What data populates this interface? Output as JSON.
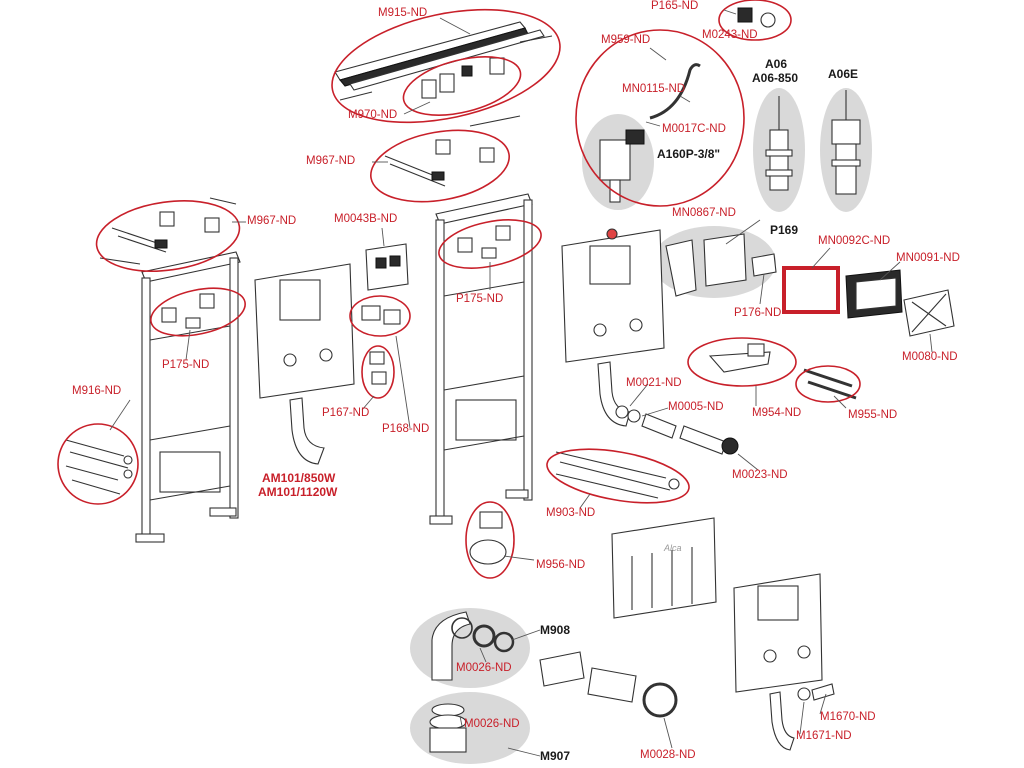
{
  "colors": {
    "label_red": "#c8202a",
    "ring_red": "#c8202a",
    "highlight_grey": "#d9d9d9",
    "line": "#333333"
  },
  "labels": {
    "m915": "M915-ND",
    "p165": "P165-ND",
    "m0243": "M0243-ND",
    "m959": "M959-ND",
    "a06": "A06",
    "a06_850": "A06-850",
    "a06e": "A06E",
    "mn0115": "MN0115-ND",
    "m970": "M970-ND",
    "m0017c": "M0017C-ND",
    "a160p": "A160P-3/8\"",
    "m967_top": "M967-ND",
    "m967_left": "M967-ND",
    "mn0867": "MN0867-ND",
    "p169": "P169",
    "mn0092c": "MN0092C-ND",
    "mn0091": "MN0091-ND",
    "m0043b": "M0043B-ND",
    "p175_mid": "P175-ND",
    "p176": "P176-ND",
    "p175_left": "P175-ND",
    "m0080": "M0080-ND",
    "m916": "M916-ND",
    "p167": "P167-ND",
    "p168": "P168-ND",
    "m0021": "M0021-ND",
    "m0005": "M0005-ND",
    "m954": "M954-ND",
    "m955": "M955-ND",
    "m0023": "M0023-ND",
    "am101_850": "AM101/850W",
    "am101_1120": "AM101/1120W",
    "m903": "M903-ND",
    "m956": "M956-ND",
    "m908": "M908",
    "m0026_top": "M0026-ND",
    "m0026_bottom": "M0026-ND",
    "m907": "M907",
    "m0028": "M0028-ND",
    "m1670": "M1670-ND",
    "m1671": "M1671-ND",
    "cover_brand": "Alca"
  }
}
